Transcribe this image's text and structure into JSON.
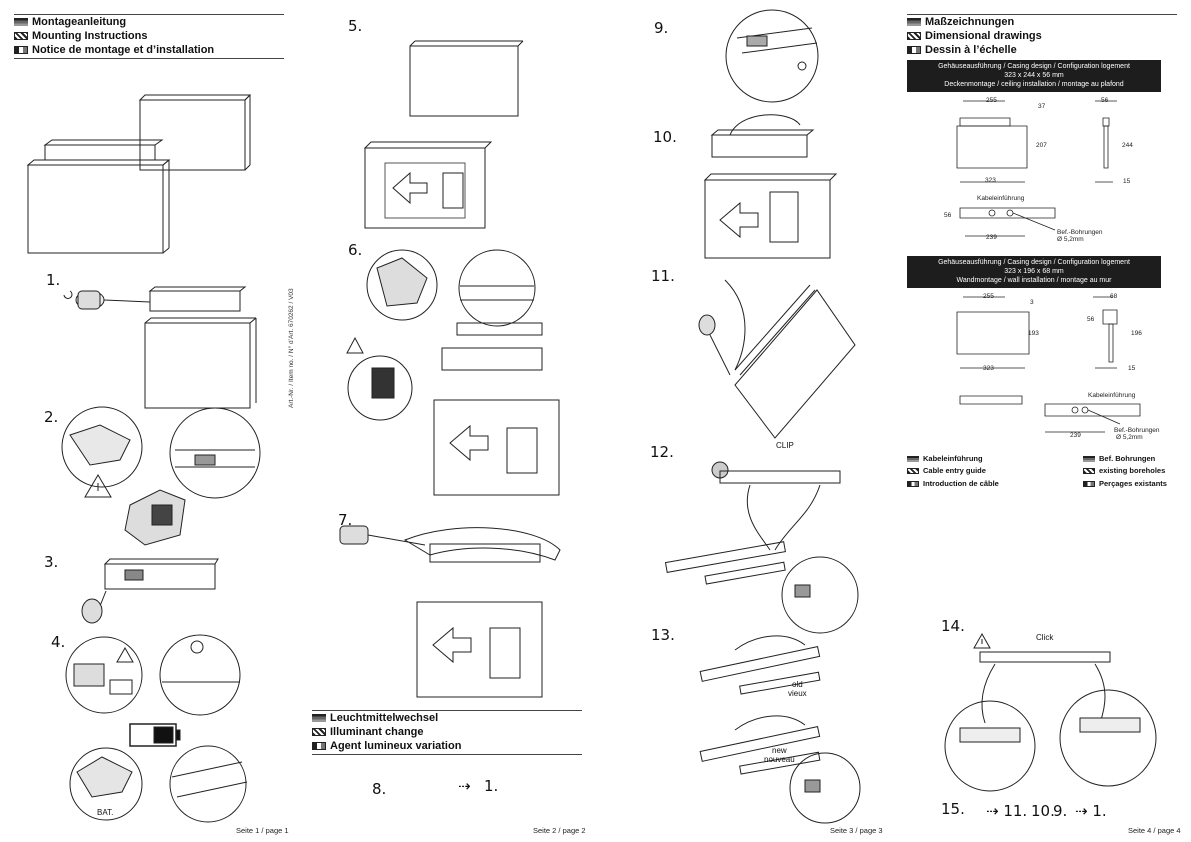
{
  "page1": {
    "headings": [
      "Montageanleitung",
      "Mounting Instructions",
      "Notice de montage et d’installation"
    ],
    "art_no": "Art.-Nr. / Item no. / N° d’Art. 670262 / V03",
    "steps": [
      "1.",
      "2.",
      "3.",
      "4."
    ],
    "bat_label": "BAT.",
    "footer": "Seite 1 / page 1"
  },
  "page2": {
    "steps": [
      "5.",
      "6.",
      "7."
    ],
    "headings": [
      "Leuchtmittelwechsel",
      "Illuminant change",
      "Agent lumineux variation"
    ],
    "step8": "8.",
    "step8_arrow": "⇢",
    "step8_target": "1.",
    "footer": "Seite 2 / page 2"
  },
  "page3": {
    "steps": [
      "9.",
      "10.",
      "11.",
      "12.",
      "13."
    ],
    "clip_label": "CLIP",
    "old_label": "old\nvieux",
    "new_label": "new\nnouveau",
    "footer": "Seite 3 / page 3"
  },
  "page4": {
    "headings": [
      "Maßzeichnungen",
      "Dimensional drawings",
      "Dessin à l’échelle"
    ],
    "banner1": [
      "Gehäuseausführung / Casing design / Configuration logement",
      "323 x 244 x 56 mm",
      "Deckenmontage / ceiling installation / montage au plafond"
    ],
    "banner2": [
      "Gehäuseausführung / Casing design / Configuration logement",
      "323 x 196 x 68 mm",
      "Wandmontage / wall installation / montage au mur"
    ],
    "dims1": {
      "w_top": "255",
      "h_top": "37",
      "h_body": "207",
      "w": "323",
      "depth": "56",
      "h_side": "244",
      "t": "15",
      "cable": "Kabeleinführung",
      "h_sec": "56",
      "bore": "Bef.-Bohrungen",
      "bore_d": "Ø 5,2mm",
      "w_sec": "239"
    },
    "dims2": {
      "w_top": "255",
      "h_top": "3",
      "h_body": "193",
      "w": "323",
      "depth_top": "56",
      "depth": "68",
      "h_side": "196",
      "t": "15",
      "cable": "Kabeleinführung",
      "bore": "Bef.-Bohrungen",
      "bore_d": "Ø 5,2mm",
      "w_sec": "239"
    },
    "legend_left": [
      "Kabeleinführung",
      "Cable entry guide",
      "Introduction de câble"
    ],
    "legend_right": [
      "Bef. Bohrungen",
      "existing boreholes",
      "Perçages existants"
    ],
    "step14": "14.",
    "click_label": "Click",
    "step15": "15.",
    "step15_seq": [
      "⇢ 11.",
      "10.",
      "9.",
      "⇢ 1."
    ],
    "footer": "Seite 4 / page 4"
  }
}
